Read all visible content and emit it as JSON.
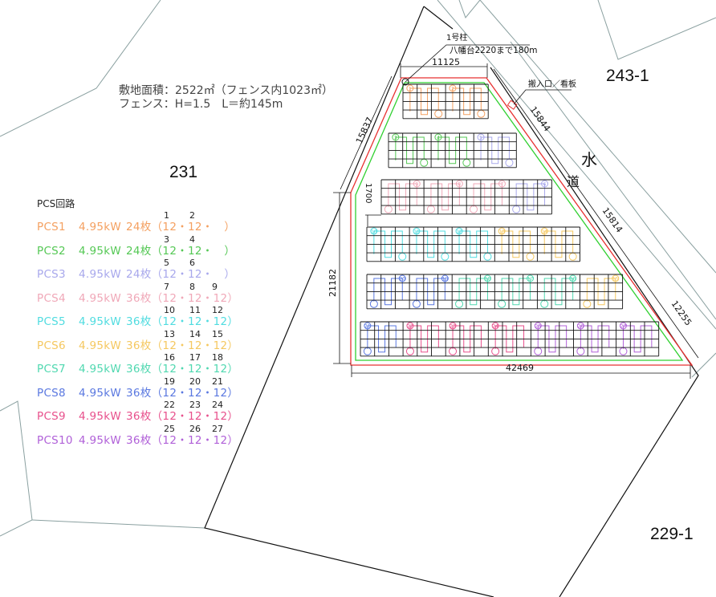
{
  "info": {
    "area_line": "敷地面積：2522㎡（フェンス内1023㎡）",
    "fence_line": "フェンス：H=1.5　L＝約145m"
  },
  "parcels": {
    "left": "231",
    "right_top": "243-1",
    "right_bottom": "229-1"
  },
  "road": {
    "char1": "水",
    "char2": "道"
  },
  "annotations": {
    "pole": "1号柱",
    "pole_distance": "八幡台2220まで180m",
    "entrance": "搬入口／看板"
  },
  "dimensions": {
    "top": "11125",
    "left_upper": "15837",
    "right_upper": "15844",
    "right_middle": "15814",
    "right_lower": "12255",
    "bottom": "42469",
    "left_height": "21182",
    "row_spacing": "1700"
  },
  "legend": {
    "title": "PCS回路",
    "items": [
      {
        "name": "PCS1",
        "power": "4.95kW",
        "count": "24枚",
        "config": "（12・12・　）",
        "strings": [
          "1",
          "2"
        ],
        "color": "#f4a060"
      },
      {
        "name": "PCS2",
        "power": "4.95kW",
        "count": "24枚",
        "config": "（12・12・　）",
        "strings": [
          "3",
          "4"
        ],
        "color": "#55c855"
      },
      {
        "name": "PCS3",
        "power": "4.95kW",
        "count": "24枚",
        "config": "（12・12・　）",
        "strings": [
          "5",
          "6"
        ],
        "color": "#a8a8ec"
      },
      {
        "name": "PCS4",
        "power": "4.95kW",
        "count": "36枚",
        "config": "（12・12・12）",
        "strings": [
          "7",
          "8",
          "9"
        ],
        "color": "#f0a8b8"
      },
      {
        "name": "PCS5",
        "power": "4.95kW",
        "count": "36枚",
        "config": "（12・12・12）",
        "strings": [
          "10",
          "11",
          "12"
        ],
        "color": "#50dce0"
      },
      {
        "name": "PCS6",
        "power": "4.95kW",
        "count": "36枚",
        "config": "（12・12・12）",
        "strings": [
          "13",
          "14",
          "15"
        ],
        "color": "#f5c860"
      },
      {
        "name": "PCS7",
        "power": "4.95kW",
        "count": "36枚",
        "config": "（12・12・12）",
        "strings": [
          "16",
          "17",
          "18"
        ],
        "color": "#50d8b0"
      },
      {
        "name": "PCS8",
        "power": "4.95kW",
        "count": "36枚",
        "config": "（12・12・12）",
        "strings": [
          "19",
          "20",
          "21"
        ],
        "color": "#5a78e0"
      },
      {
        "name": "PCS9",
        "power": "4.95kW",
        "count": "36枚",
        "config": "（12・12・12）",
        "strings": [
          "22",
          "23",
          "24"
        ],
        "color": "#e8508c"
      },
      {
        "name": "PCS10",
        "power": "4.95kW",
        "count": "36枚",
        "config": "（12・12・12）",
        "strings": [
          "25",
          "26",
          "27"
        ],
        "color": "#b060d8"
      }
    ]
  },
  "array_rows": [
    {
      "strings": [
        "1",
        "2"
      ]
    },
    {
      "strings": [
        "3",
        "4",
        "5"
      ]
    },
    {
      "strings": [
        "9",
        "8",
        "7",
        "6"
      ]
    },
    {
      "strings": [
        "10",
        "11",
        "12",
        "13",
        "14"
      ]
    },
    {
      "strings": [
        "20",
        "19",
        "18",
        "17",
        "16",
        "15"
      ]
    },
    {
      "strings": [
        "21",
        "22",
        "23",
        "24",
        "25",
        "26",
        "27"
      ]
    }
  ],
  "colors": {
    "fence": "#e83030",
    "setback": "#30d030",
    "boundary": "#111111",
    "neighbor": "#8aa0a0"
  }
}
